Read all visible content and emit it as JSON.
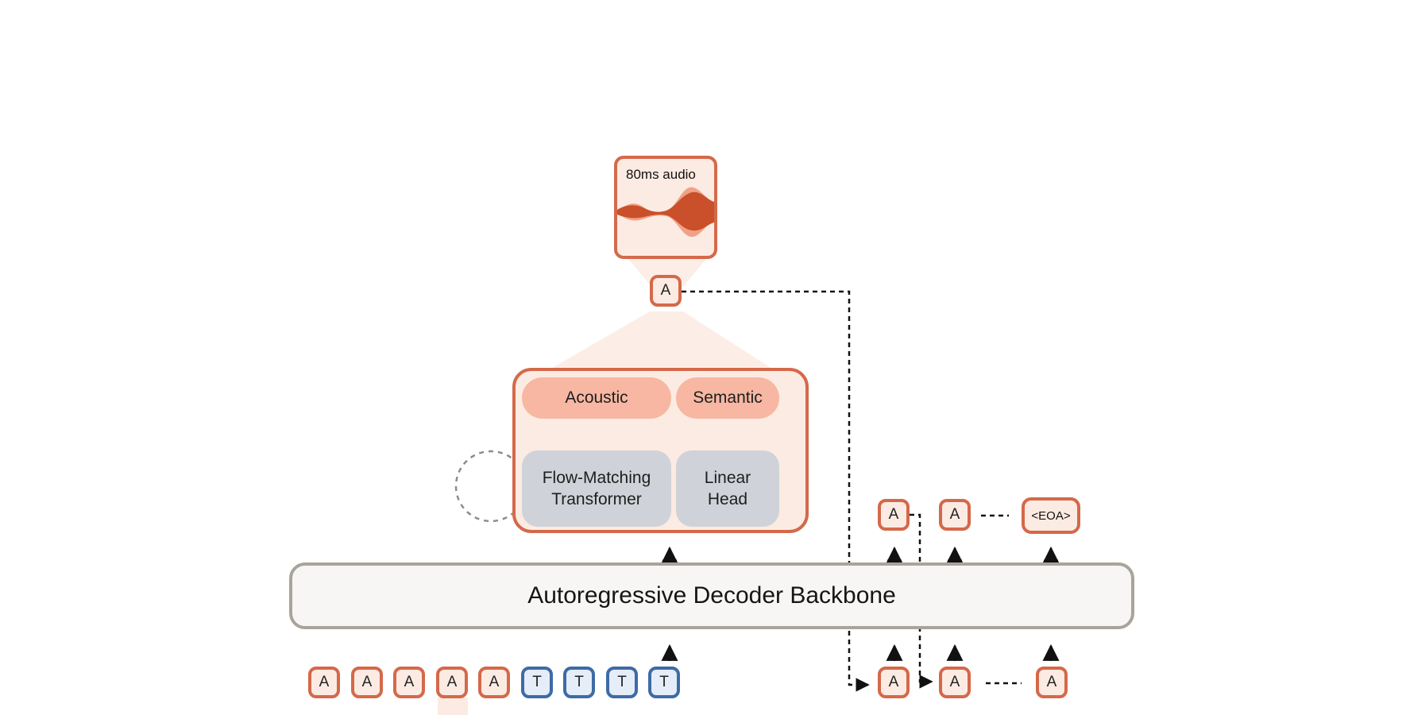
{
  "audio": {
    "label": "80ms audio"
  },
  "decoded_token": "A",
  "head": {
    "acoustic_label": "Acoustic",
    "semantic_label": "Semantic",
    "flow_matching_label_line1": "Flow-Matching",
    "flow_matching_label_line2": "Transformer",
    "linear_head_line1": "Linear",
    "linear_head_line2": "Head"
  },
  "backbone": {
    "label": "Autoregressive Decoder Backbone"
  },
  "input_tokens": [
    {
      "label": "A",
      "kind": "audio"
    },
    {
      "label": "A",
      "kind": "audio"
    },
    {
      "label": "A",
      "kind": "audio"
    },
    {
      "label": "A",
      "kind": "audio"
    },
    {
      "label": "A",
      "kind": "audio"
    },
    {
      "label": "T",
      "kind": "text"
    },
    {
      "label": "T",
      "kind": "text"
    },
    {
      "label": "T",
      "kind": "text"
    },
    {
      "label": "T",
      "kind": "text"
    }
  ],
  "generated_inputs": [
    "A",
    "A",
    "A"
  ],
  "generated_outputs": [
    "A",
    "A"
  ],
  "eoa_token": "<EOA>",
  "colors": {
    "audio_token_border": "#d4694a",
    "audio_token_fill": "#fcebe3",
    "text_token_border": "#3e6ba6",
    "text_token_fill": "#e4edf8",
    "output_pill": "#f7b7a2",
    "module_pill": "#cfd3d9",
    "waveform": "#c9502a"
  }
}
